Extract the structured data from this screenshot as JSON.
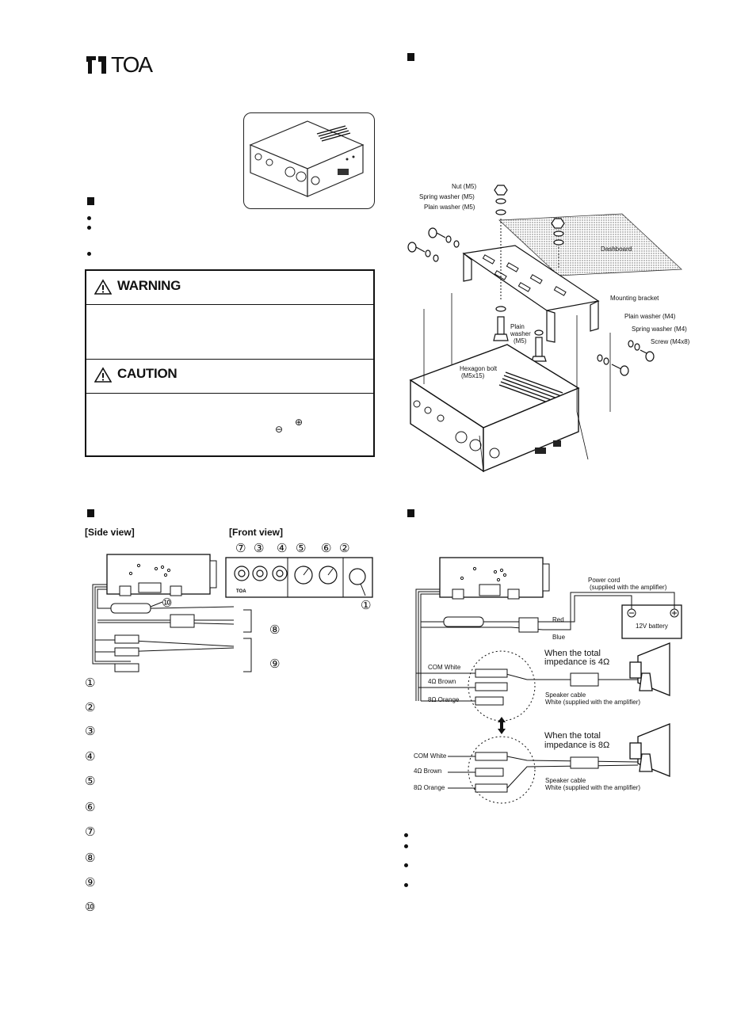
{
  "logo": {
    "text": "TOA"
  },
  "warning_box": {
    "warning_title": "WARNING",
    "caution_title": "CAUTION"
  },
  "polarity": {
    "minus": "⊖",
    "plus": "⊕"
  },
  "mounting_diagram": {
    "labels": {
      "nut": "Nut (M5)",
      "spring_washer_m5": "Spring washer (M5)",
      "plain_washer_m5": "Plain washer (M5)",
      "dashboard": "Dashboard",
      "mounting_bracket": "Mounting bracket",
      "plain_washer_m4": "Plain washer (M4)",
      "spring_washer_m4": "Spring washer (M4)",
      "screw": "Screw (M4x8)",
      "plain": "Plain",
      "washer": "washer",
      "m5": "(M5)",
      "hex_bolt": "Hexagon bolt",
      "hex_bolt_size": "(M5x15)"
    }
  },
  "views": {
    "side": "[Side view]",
    "front": "[Front view]",
    "front_logo": "TOA"
  },
  "front_callouts": [
    "⑦",
    "③",
    "④",
    "⑤",
    "⑥",
    "②",
    "①",
    "⑧",
    "⑨",
    "⑩"
  ],
  "numbered_list": [
    "①",
    "②",
    "③",
    "④",
    "⑤",
    "⑥",
    "⑦",
    "⑧",
    "⑨",
    "⑩"
  ],
  "wiring_diagram": {
    "power_cord": "Power cord",
    "power_cord_note": "(supplied with the amplifier)",
    "red": "Red",
    "blue": "Blue",
    "battery": "12V battery",
    "com_white": "COM White",
    "four_ohm_brown": "4Ω Brown",
    "eight_ohm_orange": "8Ω Orange",
    "total_4_line1": "When the total",
    "total_4_line2": "impedance is 4Ω",
    "total_8_line1": "When the total",
    "total_8_line2": "impedance is 8Ω",
    "speaker_cable": "Speaker cable",
    "speaker_cable_note": "White (supplied with the amplifier)"
  }
}
